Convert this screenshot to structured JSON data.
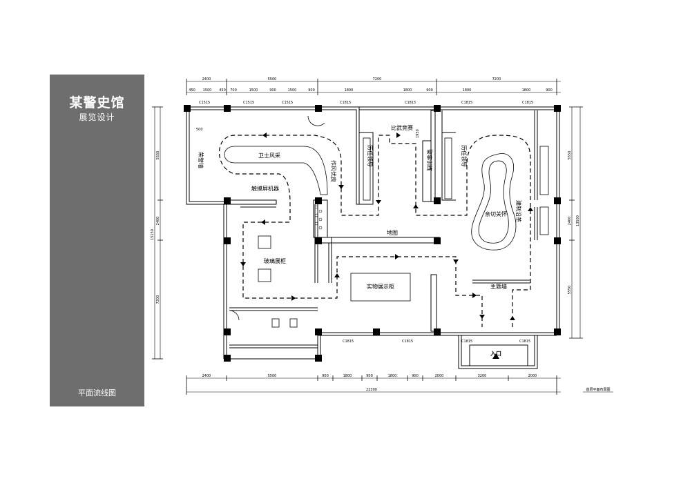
{
  "sidebar": {
    "title": "某警史馆",
    "subtitle": "展览设计",
    "footer": "平面流线图"
  },
  "dimensions": {
    "top_outer": [
      "2400",
      "5500",
      "7200",
      "7200"
    ],
    "top_inner": [
      "450",
      "1500",
      "450",
      "700",
      "1500",
      "900",
      "1500",
      "900",
      "1800",
      "1800",
      "900",
      "1800",
      "1800",
      "900"
    ],
    "bottom_inner": [
      "2400",
      "5500",
      "900",
      "1800",
      "900",
      "1800",
      "900",
      "2000",
      "3200",
      "2000"
    ],
    "bottom_total": "22300",
    "left": [
      "5550",
      "2400",
      "7200",
      "15150"
    ],
    "right": [
      "5550",
      "2400",
      "5550",
      "13500"
    ],
    "room_500": "500",
    "room_1950": "1950"
  },
  "window_codes": {
    "c1515": "C1515",
    "c1815": "C1815"
  },
  "labels": {
    "honor_wall": "荣誉墙",
    "guard_style": "卫士风采",
    "compete": "比武竞赛",
    "leaders": "历任领导",
    "police_training": "警事训练",
    "history_leaders": "历任领导",
    "work_excellence": "作风优良",
    "touch_screen": "触摸屏机器",
    "care": "亲切关怀",
    "history": "建制沿革",
    "map": "地图",
    "glass_cabinet": "玻璃展柜",
    "exhibit_cabinet": "实物展示柜",
    "theme_wall": "主题墙",
    "entrance": "入口",
    "plan_title": "首层平面布局图"
  }
}
